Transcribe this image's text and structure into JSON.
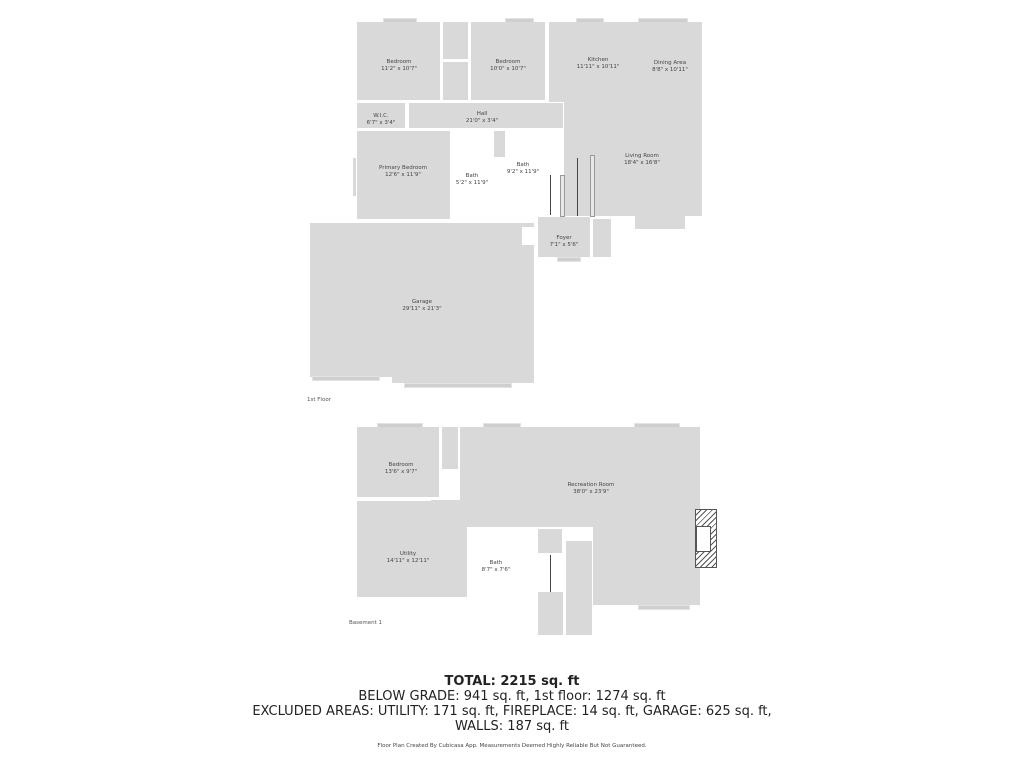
{
  "floors": [
    {
      "name": "1st Floor",
      "rooms": [
        {
          "name": "Bedroom",
          "dims": "11'2\" x 10'7\""
        },
        {
          "name": "Bedroom",
          "dims": "10'0\" x 10'7\""
        },
        {
          "name": "Kitchen",
          "dims": "11'11\" x 10'11\""
        },
        {
          "name": "Dining Area",
          "dims": "8'8\" x 10'11\""
        },
        {
          "name": "W.I.C.",
          "dims": "6'7\" x 3'4\""
        },
        {
          "name": "Hall",
          "dims": "21'0\" x 3'4\""
        },
        {
          "name": "Primary Bedroom",
          "dims": "12'6\" x 11'9\""
        },
        {
          "name": "Bath",
          "dims": "5'2\" x 11'9\""
        },
        {
          "name": "Bath",
          "dims": "9'2\" x 11'9\""
        },
        {
          "name": "Living Room",
          "dims": "18'4\" x 16'8\""
        },
        {
          "name": "Foyer",
          "dims": "7'1\" x 5'6\""
        },
        {
          "name": "Garage",
          "dims": "29'11\" x 21'3\""
        }
      ]
    },
    {
      "name": "Basement 1",
      "rooms": [
        {
          "name": "Bedroom",
          "dims": "13'6\" x 9'7\""
        },
        {
          "name": "Recreation Room",
          "dims": "38'0\" x 23'9\""
        },
        {
          "name": "Utility",
          "dims": "14'11\" x 12'11\""
        },
        {
          "name": "Bath",
          "dims": "8'7\" x 7'6\""
        }
      ]
    }
  ],
  "summary": {
    "total": "TOTAL: 2215 sq. ft",
    "line1": "BELOW GRADE: 941 sq. ft, 1st floor: 1274 sq. ft",
    "line2": "EXCLUDED AREAS: UTILITY: 171 sq. ft, FIREPLACE: 14 sq. ft, GARAGE: 625 sq. ft,",
    "line3": "WALLS: 187 sq. ft",
    "disclaimer": "Floor Plan Created By Cubicasa App. Measurements Deemed Highly Reliable But Not Guaranteed."
  }
}
